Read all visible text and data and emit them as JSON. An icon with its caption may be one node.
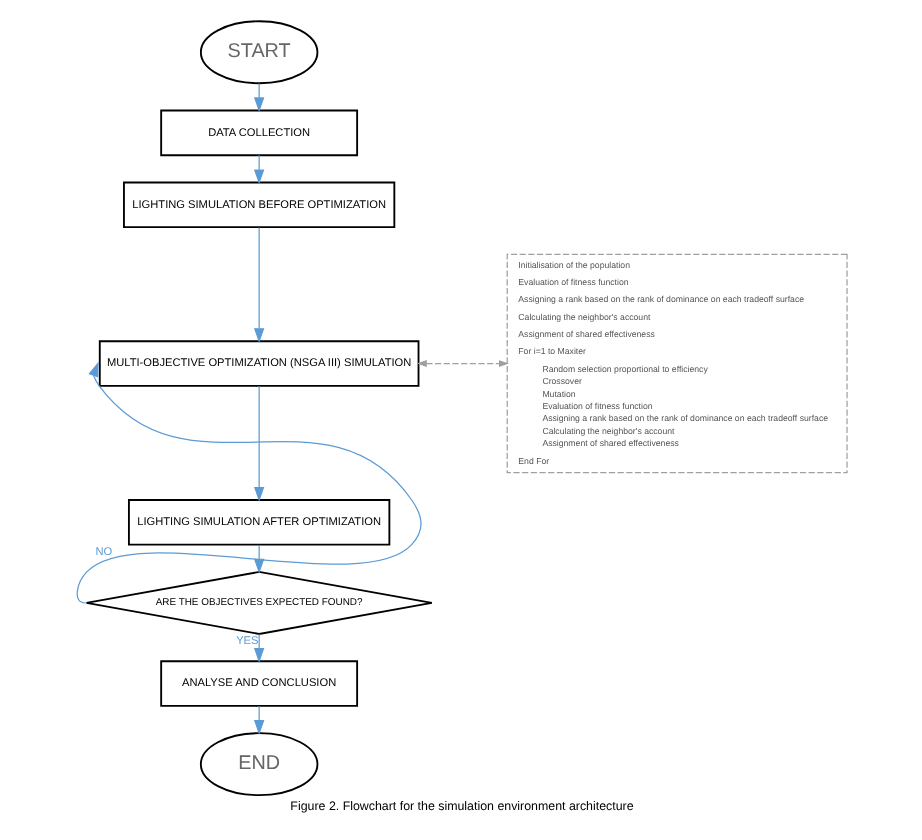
{
  "diagram": {
    "caption": "Figure 2. Flowchart for the simulation environment architecture",
    "nodes": [
      {
        "text": [
          "START"
        ]
      },
      {
        "text": [
          "DATA COLLECTION"
        ]
      },
      {
        "text": [
          "LIGHTING SIMULATION BEFORE OPTIMIZATION"
        ]
      },
      {
        "text": [
          "MULTI-OBJECTIVE OPTIMIZATION (NSGA III) SIMULATION"
        ]
      },
      {
        "text": [
          "Initialisation of the population",
          "Evaluation of fitness function",
          "Assigning a rank based on the rank of dominance on each tradeoff surface",
          "Calculating the neighbor's account",
          "Assignment of shared effectiveness",
          "For i=1 to Maxiter",
          "Random selection proportional to efficiency",
          "Crossover",
          "Mutation",
          "Evaluation of fitness function",
          "Assigning a rank based on the rank of dominance on each tradeoff surface",
          "Calculating the neighbor's account",
          "Assignment of shared effectiveness",
          "End For"
        ]
      },
      {
        "text": [
          "LIGHTING SIMULATION AFTER OPTIMIZATION"
        ]
      },
      {
        "text": [
          "ARE THE OBJECTIVES EXPECTED FOUND?"
        ]
      },
      {
        "text": [
          "ANALYSE AND CONCLUSION"
        ]
      },
      {
        "text": [
          "END"
        ]
      }
    ],
    "edges": [
      {
        "from": 0,
        "to": 1,
        "arrow": "to"
      },
      {
        "from": 1,
        "to": 2,
        "arrow": "to"
      },
      {
        "from": 2,
        "to": 3,
        "arrow": "to"
      },
      {
        "from": 3,
        "to": 4,
        "arrow": "both",
        "style": "dashed",
        "color": "#a0a0a0"
      },
      {
        "from": 3,
        "to": 5,
        "arrow": "to"
      },
      {
        "from": 5,
        "to": 6,
        "arrow": "to"
      },
      {
        "from": 6,
        "to": 3,
        "arrow": "to",
        "label": "NO"
      },
      {
        "from": 6,
        "to": 7,
        "arrow": "to",
        "label": "YES"
      },
      {
        "from": 7,
        "to": 8,
        "arrow": "to"
      }
    ]
  }
}
